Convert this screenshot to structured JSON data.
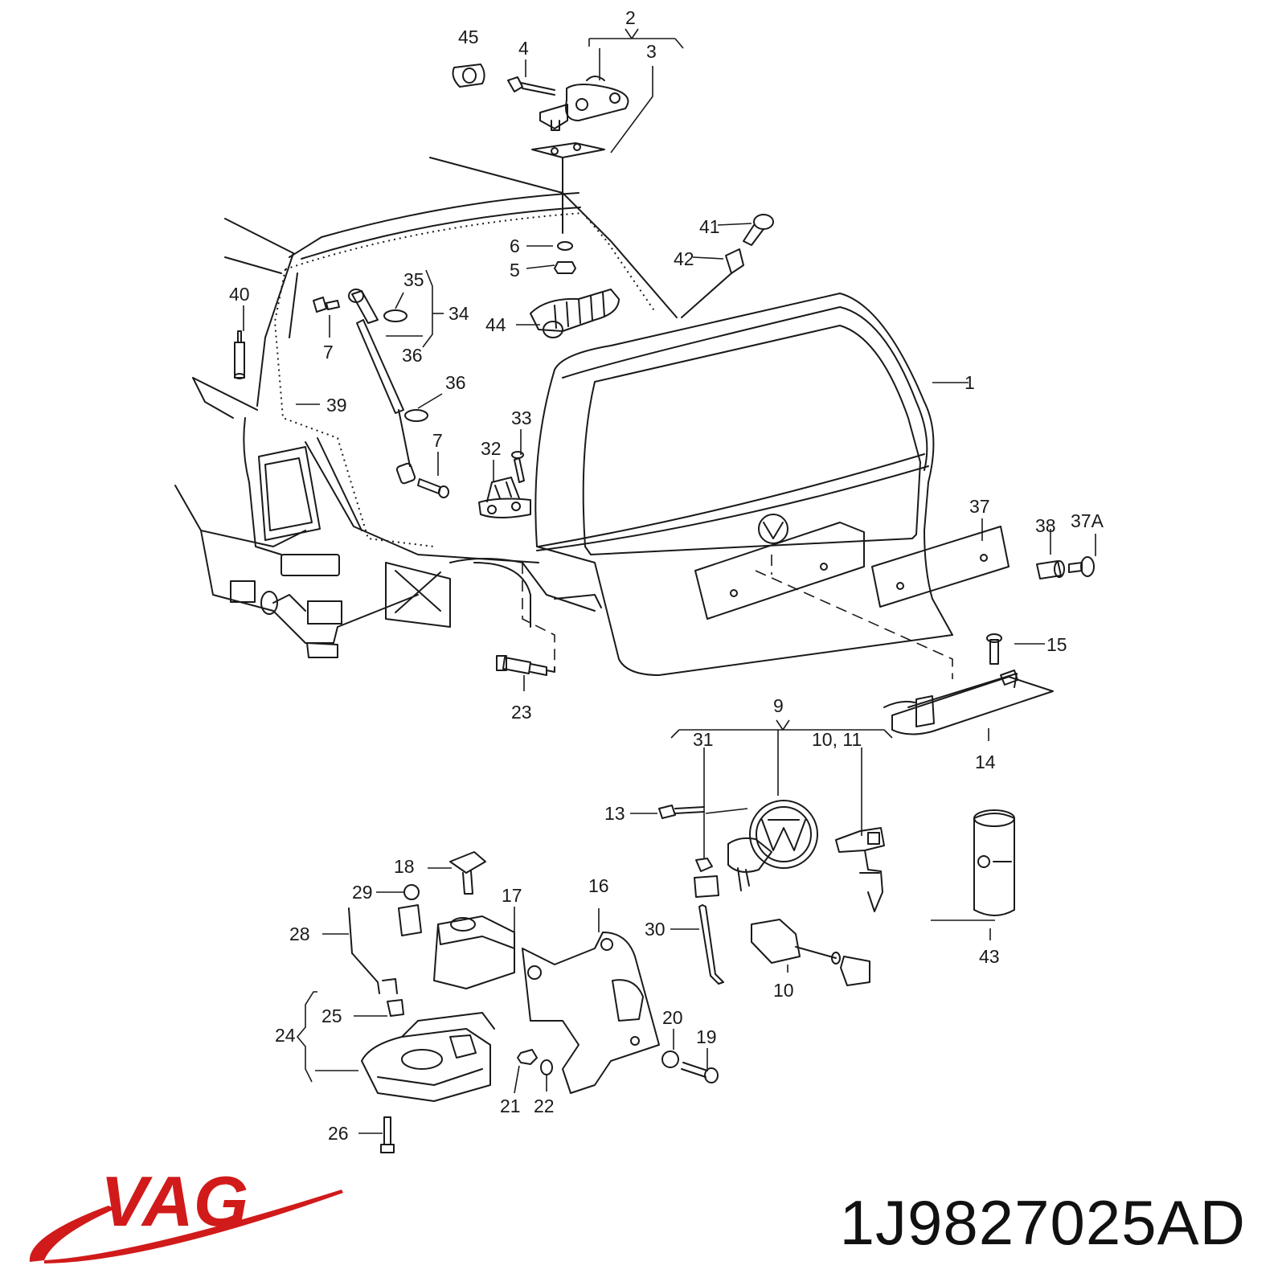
{
  "brand": {
    "logo_text": "VAG",
    "logo_color": "#d11a1a"
  },
  "part_number": "1J9827025AD",
  "diagram": {
    "callouts": [
      "1",
      "2",
      "3",
      "4",
      "5",
      "6",
      "7",
      "7",
      "9",
      "10",
      "10, 11",
      "13",
      "14",
      "15",
      "16",
      "17",
      "18",
      "19",
      "20",
      "21",
      "22",
      "23",
      "24",
      "25",
      "26",
      "28",
      "29",
      "30",
      "31",
      "32",
      "33",
      "34",
      "35",
      "36",
      "36",
      "37",
      "37A",
      "38",
      "39",
      "40",
      "41",
      "42",
      "43",
      "44",
      "45"
    ]
  }
}
